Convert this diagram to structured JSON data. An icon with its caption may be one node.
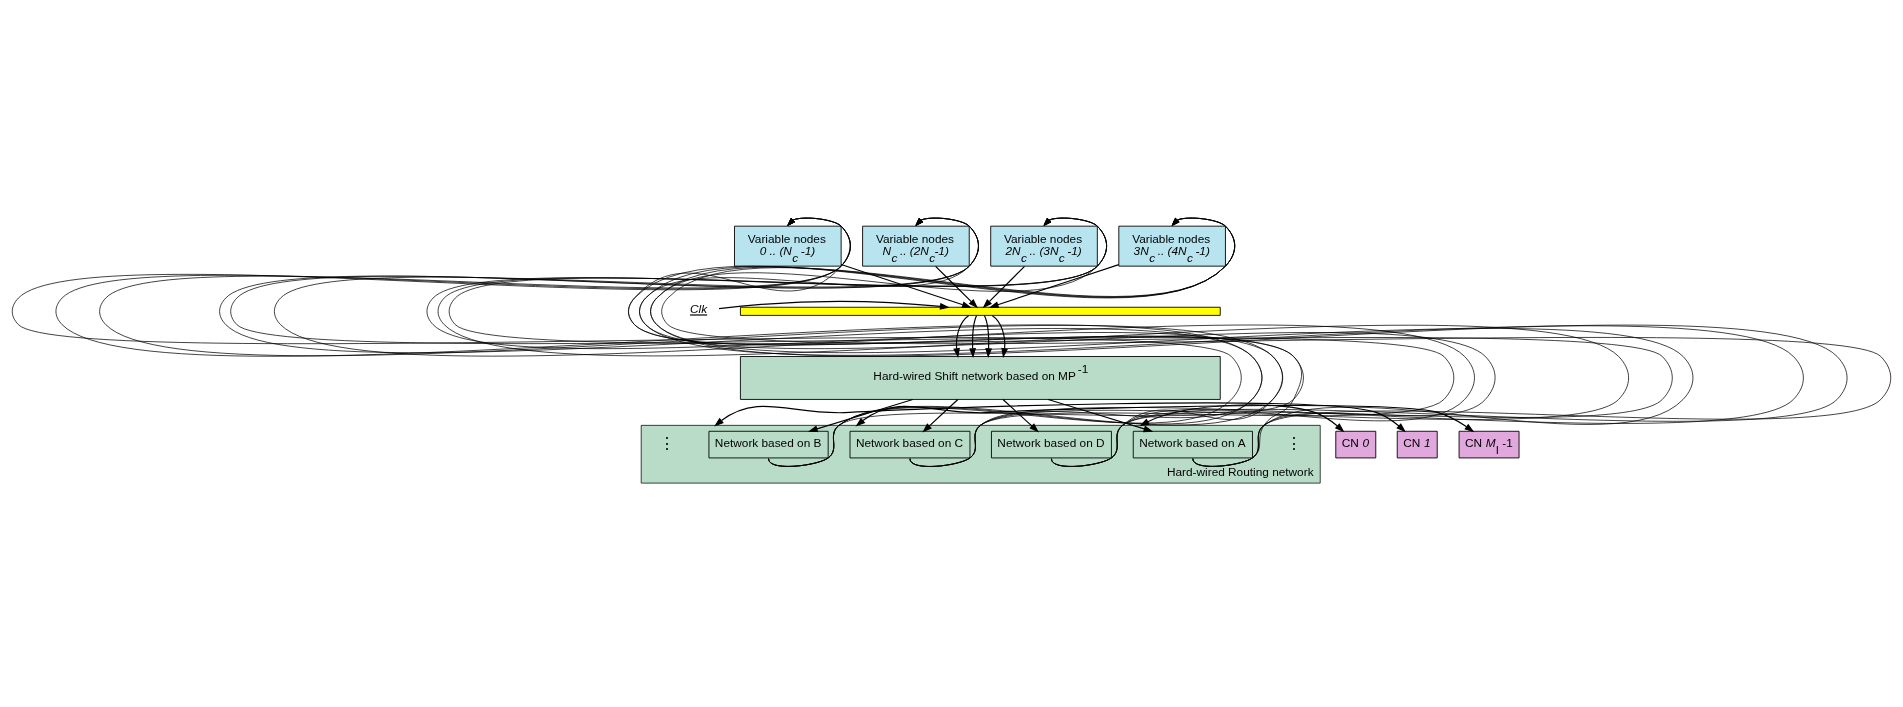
{
  "diagram": {
    "nodes": [
      {
        "text": [
          "Variable nodes",
          "0 .. (N$_{c}$ -1)"
        ]
      },
      {
        "text": [
          "Variable nodes",
          "N$_{c}$ .. (2N$_{c}$-1)"
        ]
      },
      {
        "text": [
          "Variable nodes",
          "2N$_{c}$ .. (3N$_{c}$ -1)"
        ]
      },
      {
        "text": [
          "Variable nodes",
          "3N$_{c}$ .. (4N$_{c}$ -1)"
        ]
      },
      {
        "text": [],
        "shape": "bar"
      },
      {
        "text": [
          "Hard-wired Shift network based on MP$^{-1}$"
        ]
      },
      {
        "text": [
          "Hard-wired Routing network"
        ]
      },
      {
        "text": [
          "Network based on B"
        ],
        "in": 6
      },
      {
        "text": [
          "Network based on C"
        ],
        "in": 6
      },
      {
        "text": [
          "Network based on D"
        ],
        "in": 6
      },
      {
        "text": [
          "Network based on A"
        ],
        "in": 6
      },
      {
        "text": [
          "CN *0*"
        ]
      },
      {
        "text": [
          "CN *1*"
        ]
      },
      {
        "text": [
          "CN *M*$_{l}$ -1"
        ]
      },
      {
        "text": [
          "Clk"
        ]
      }
    ],
    "edges": [
      {
        "from": 0,
        "to": 4,
        "arrow": "to"
      },
      {
        "from": 1,
        "to": 4,
        "arrow": "to"
      },
      {
        "from": 2,
        "to": 4,
        "arrow": "to"
      },
      {
        "from": 3,
        "to": 4,
        "arrow": "to"
      },
      {
        "from": 14,
        "to": 4,
        "arrow": "to"
      },
      {
        "from": 4,
        "to": 5,
        "arrow": "to"
      },
      {
        "from": 4,
        "to": 5,
        "arrow": "to"
      },
      {
        "from": 4,
        "to": 5,
        "arrow": "to"
      },
      {
        "from": 4,
        "to": 5,
        "arrow": "to"
      },
      {
        "from": 5,
        "to": 7,
        "arrow": "to"
      },
      {
        "from": 5,
        "to": 8,
        "arrow": "to"
      },
      {
        "from": 5,
        "to": 9,
        "arrow": "to"
      },
      {
        "from": 5,
        "to": 10,
        "arrow": "to"
      },
      {
        "from": 11,
        "to": 6,
        "arrow": "both"
      },
      {
        "from": 12,
        "to": 6,
        "arrow": "both"
      },
      {
        "from": 13,
        "to": 6,
        "arrow": "both"
      },
      {
        "from": 7,
        "to": 0,
        "arrow": "to"
      },
      {
        "from": 7,
        "to": 1,
        "arrow": "to"
      },
      {
        "from": 7,
        "to": 2,
        "arrow": "to"
      },
      {
        "from": 7,
        "to": 3,
        "arrow": "to"
      },
      {
        "from": 8,
        "to": 0,
        "arrow": "to"
      },
      {
        "from": 8,
        "to": 1,
        "arrow": "to"
      },
      {
        "from": 8,
        "to": 2,
        "arrow": "to"
      },
      {
        "from": 8,
        "to": 3,
        "arrow": "to"
      },
      {
        "from": 9,
        "to": 0,
        "arrow": "to"
      },
      {
        "from": 9,
        "to": 1,
        "arrow": "to"
      },
      {
        "from": 9,
        "to": 2,
        "arrow": "to"
      },
      {
        "from": 9,
        "to": 3,
        "arrow": "to"
      },
      {
        "from": 10,
        "to": 0,
        "arrow": "to"
      },
      {
        "from": 10,
        "to": 1,
        "arrow": "to"
      },
      {
        "from": 10,
        "to": 2,
        "arrow": "to"
      },
      {
        "from": 10,
        "to": 3,
        "arrow": "to"
      }
    ],
    "labels": [
      "⋮",
      "⋮"
    ]
  }
}
